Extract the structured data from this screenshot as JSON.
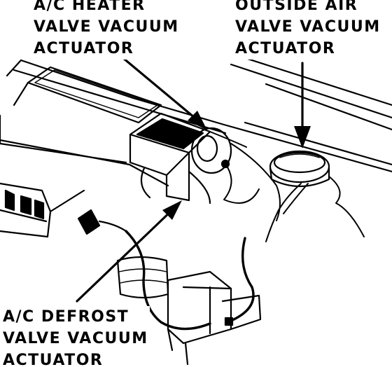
{
  "labels": {
    "heater": [
      "A/C HEATER",
      "VALVE VACUUM",
      "ACTUATOR"
    ],
    "outside": [
      "OUTSIDE AIR",
      "VALVE VACUUM",
      "ACTUATOR"
    ],
    "defrost": [
      "A/C DEFROST",
      "VALVE VACUUM",
      "ACTUATOR"
    ]
  },
  "colors": {
    "ink": "#000000",
    "paper": "#ffffff"
  }
}
